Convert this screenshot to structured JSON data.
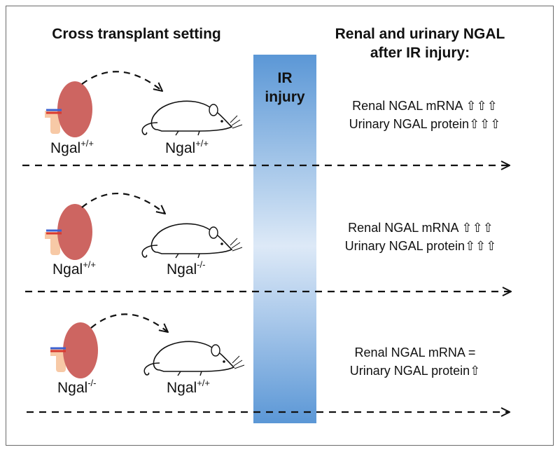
{
  "headers": {
    "left": "Cross transplant setting",
    "right_line1": "Renal and urinary NGAL",
    "right_line2": "after IR injury:"
  },
  "ir_label": {
    "line1": "IR",
    "line2": "injury"
  },
  "rows": [
    {
      "donor": {
        "base": "Ngal",
        "sup": "+/+"
      },
      "recipient": {
        "base": "Ngal",
        "sup": "+/+"
      },
      "result_line1": "Renal NGAL mRNA ⇧⇧⇧",
      "result_line2": "Urinary NGAL protein⇧⇧⇧"
    },
    {
      "donor": {
        "base": "Ngal",
        "sup": "+/+"
      },
      "recipient": {
        "base": "Ngal",
        "sup": "-/-"
      },
      "result_line1": "Renal NGAL mRNA ⇧⇧⇧",
      "result_line2": "Urinary NGAL protein⇧⇧⇧"
    },
    {
      "donor": {
        "base": "Ngal",
        "sup": "-/-"
      },
      "recipient": {
        "base": "Ngal",
        "sup": "+/+"
      },
      "result_line1": "Renal NGAL mRNA =",
      "result_line2": "Urinary NGAL protein⇧"
    }
  ],
  "colors": {
    "kidney": "#cd6561",
    "ureter": "#f7c9a6",
    "artery": "#d93a30",
    "vein": "#3d62d0",
    "ir_band": "#5b97d6",
    "border": "#6b6b6b"
  },
  "icons": [
    "kidney-icon",
    "mouse-icon",
    "transplant-arrow",
    "timeline-arrow"
  ]
}
